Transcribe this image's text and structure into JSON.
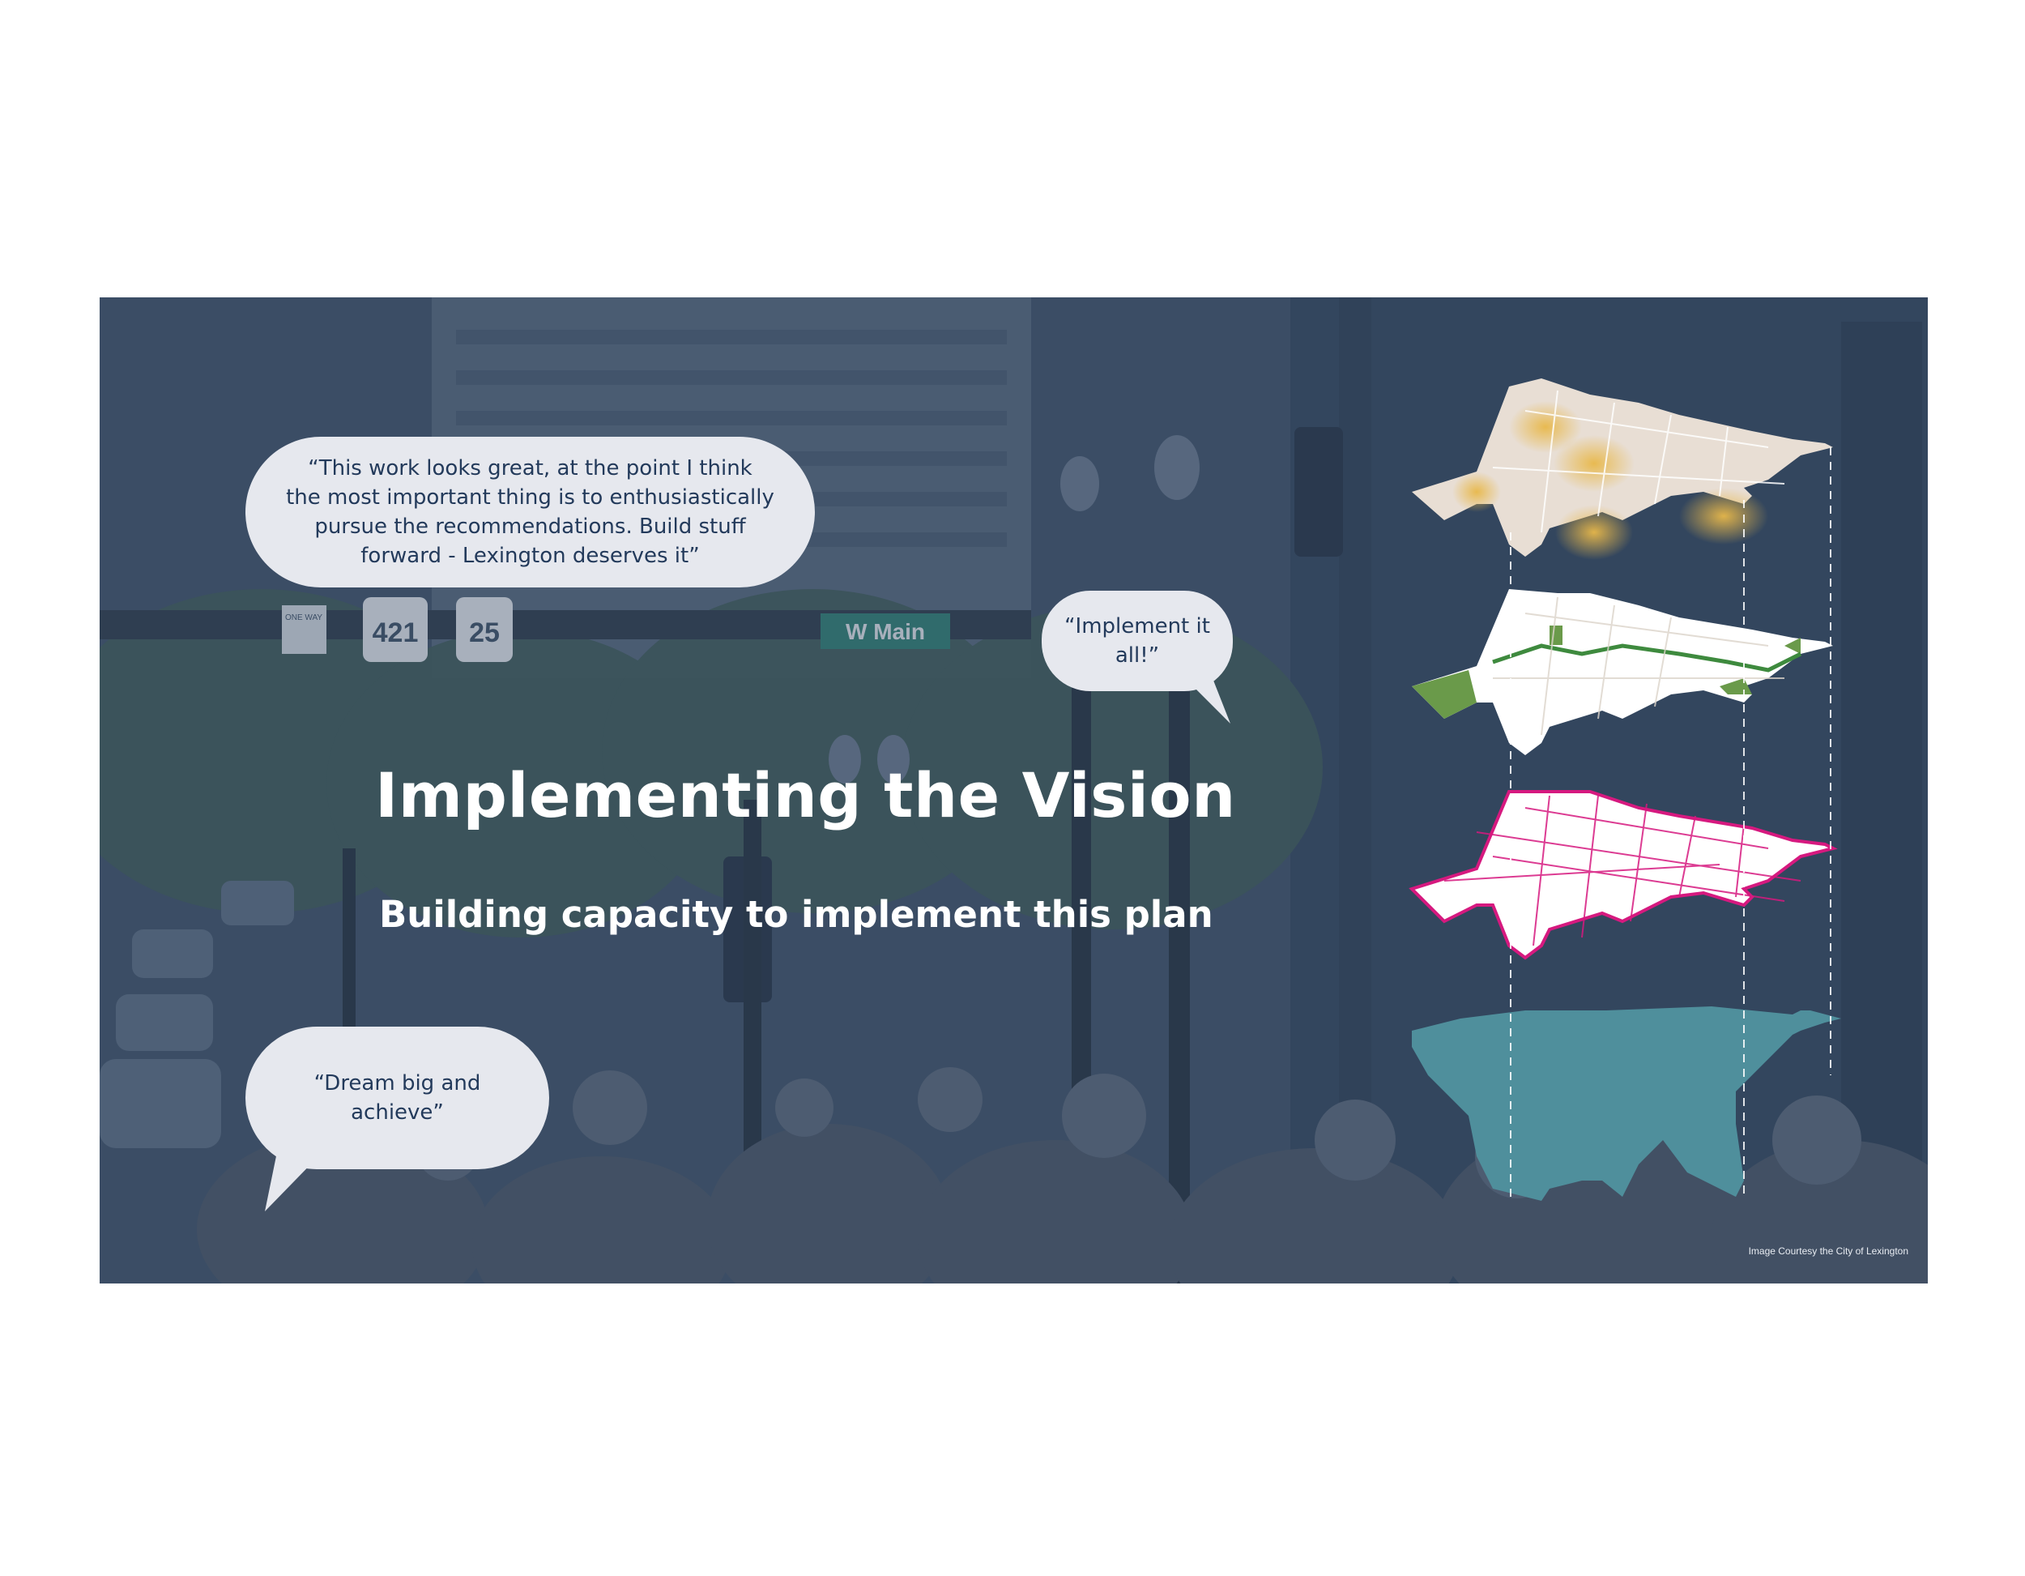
{
  "slide": {
    "title": "Implementing the Vision",
    "subtitle": "Building capacity to implement this plan",
    "credit": "Image Courtesy the City of Lexington"
  },
  "quotes": [
    {
      "text": "“This work looks great, at the point I think\nthe most important thing is to enthusiastically\npursue the recommendations. Build stuff\nforward - Lexington deserves it”"
    },
    {
      "text": "“Implement it\nall!”"
    },
    {
      "text": "“Dream big and\nachieve”"
    }
  ],
  "background_signs": {
    "route_1": "421",
    "route_2": "25",
    "street": "W Main",
    "one_way": "ONE WAY"
  },
  "colors": {
    "overlay": "#3e5068",
    "bubble": "#e6e8ee",
    "bubble_text": "#233a5b",
    "layer_heat": "#e8b84a",
    "layer_green": "#6a9a4a",
    "layer_street": "#d6197f",
    "layer_base": "#4f8f9c"
  }
}
